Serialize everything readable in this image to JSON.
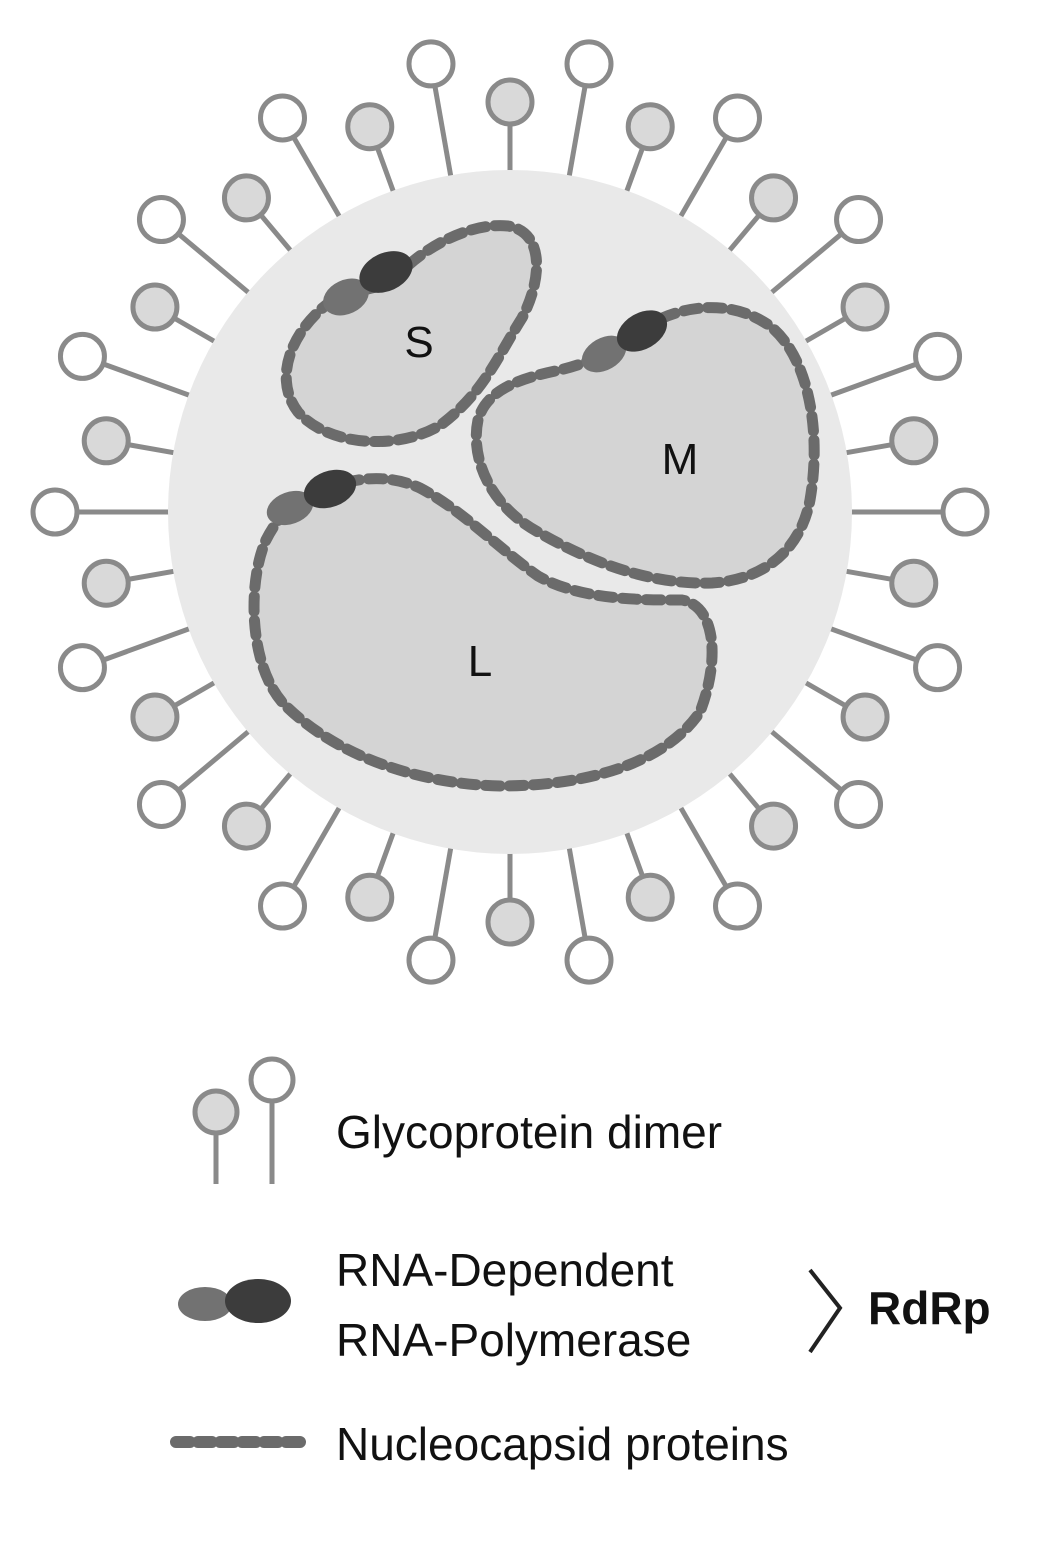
{
  "diagram": {
    "segments": [
      "S",
      "M",
      "L"
    ],
    "legend": {
      "glycoprotein": "Glycoprotein dimer",
      "rdrp_line1": "RNA-Dependent",
      "rdrp_line2": "RNA-Polymerase",
      "rdrp_abbrev": "RdRp",
      "nucleocapsid": "Nucleocapsid proteins"
    }
  },
  "colors": {
    "envelope": "#e9e9e9",
    "segment_fill": "#d4d4d4",
    "dotted": "#6b6b6b",
    "stalk": "#8a8a8a",
    "knob_light": "#d9d9d9",
    "knob_white": "#ffffff",
    "rdrp_light": "#727272",
    "rdrp_dark": "#3c3c3c"
  }
}
